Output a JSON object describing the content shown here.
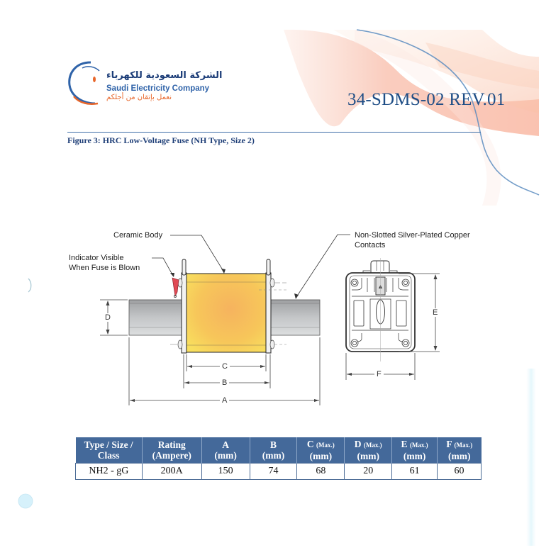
{
  "header": {
    "company_arabic": "الشركة السعودية للكهرباء",
    "company_english": "Saudi Electricity Company",
    "tagline_arabic": "نعمل بإتقان من أجلكم",
    "document_id": "34-SDMS-02 REV.01"
  },
  "figure": {
    "caption": "Figure 3: HRC Low-Voltage Fuse (NH Type, Size 2)",
    "callouts": {
      "ceramic_body": "Ceramic Body",
      "indicator_line1": "Indicator Visible",
      "indicator_line2": "When Fuse is Blown",
      "contacts_line1": "Non-Slotted Silver-Plated Copper",
      "contacts_line2": "Contacts"
    },
    "dimension_labels": {
      "a": "A",
      "b": "B",
      "c": "C",
      "d": "D",
      "e": "E",
      "f": "F"
    }
  },
  "spec_table": {
    "headers": [
      {
        "line1": "Type / Size /",
        "line2": "Class",
        "suffix": ""
      },
      {
        "line1": "Rating",
        "line2": "(Ampere)",
        "suffix": ""
      },
      {
        "line1": "A",
        "line2": "(mm)",
        "suffix": ""
      },
      {
        "line1": "B",
        "line2": "(mm)",
        "suffix": ""
      },
      {
        "line1": "C",
        "line2": "(mm)",
        "suffix": "(Max.)"
      },
      {
        "line1": "D",
        "line2": "(mm)",
        "suffix": "(Max.)"
      },
      {
        "line1": "E",
        "line2": "(mm)",
        "suffix": "(Max.)"
      },
      {
        "line1": "F",
        "line2": "(mm)",
        "suffix": "(Max.)"
      }
    ],
    "rows": [
      [
        "NH2 - gG",
        "200A",
        "150",
        "74",
        "68",
        "20",
        "61",
        "60"
      ]
    ]
  },
  "colors": {
    "brand_blue": "#1f4e86",
    "table_header": "#44699a",
    "fuse_body": "#f6c055",
    "indicator": "#e04a55",
    "accent_orange": "#e8662a"
  }
}
